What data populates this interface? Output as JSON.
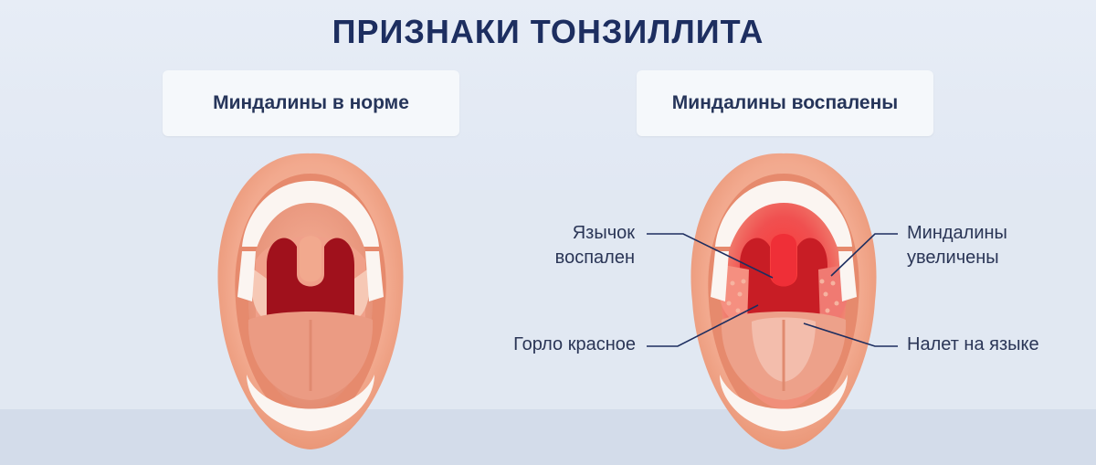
{
  "title": "ПРИЗНАКИ ТОНЗИЛЛИТА",
  "panels": {
    "normal": {
      "label": "Миндалины в норме"
    },
    "inflamed": {
      "label": "Миндалины воспалены"
    }
  },
  "annotations": {
    "uvula": "Язычок воспален",
    "throat": "Горло красное",
    "tonsils": "Миндалины увеличены",
    "coating": "Налет на языке"
  },
  "colors": {
    "title": "#1d2e60",
    "lip": "#f2a98e",
    "throat_normal": "#a0111c",
    "throat_inflamed": "#e8282f",
    "leader_line": "#1d2e60"
  }
}
